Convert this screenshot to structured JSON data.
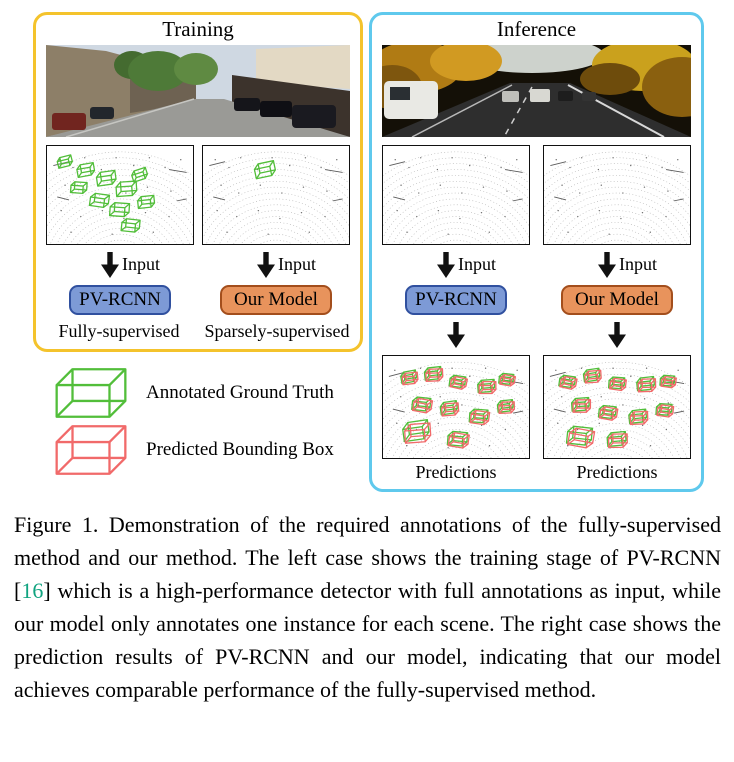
{
  "figure": {
    "input_label": "Input",
    "models": {
      "pvrcnn": "PV-RCNN",
      "our_model": "Our Model"
    },
    "training": {
      "title": "Training",
      "left_caption": "Fully-supervised",
      "right_caption": "Sparsely-supervised"
    },
    "inference": {
      "title": "Inference",
      "left_caption": "Predictions",
      "right_caption": "Predictions"
    },
    "legend": {
      "items": [
        {
          "icon": "green-wireframe-box-icon",
          "label": "Annotated Ground Truth"
        },
        {
          "icon": "red-wireframe-box-icon",
          "label": "Predicted Bounding Box"
        }
      ]
    },
    "colors": {
      "training_border": "#F4C32C",
      "inference_border": "#5FC9ED",
      "pvrcnn_fill": "#7D9AD6",
      "pvrcnn_border": "#30509F",
      "our_model_fill": "#E8935C",
      "our_model_border": "#A34E1C",
      "annotated_gt": "#52BE3A",
      "predicted": "#F16A6A"
    }
  },
  "caption": {
    "part1": "Figure 1.  Demonstration of the required annotations of the fully-supervised method and our method. The left case shows the training stage of PV-RCNN [",
    "citation": "16",
    "part2": "] which is a high-performance detector with full annotations as input, while our model only annotates one instance for each scene. The right case shows the prediction results of PV-RCNN and our model, indicating that our model achieves comparable performance of the fully-supervised method.",
    "citation_color": "#10A37F"
  }
}
